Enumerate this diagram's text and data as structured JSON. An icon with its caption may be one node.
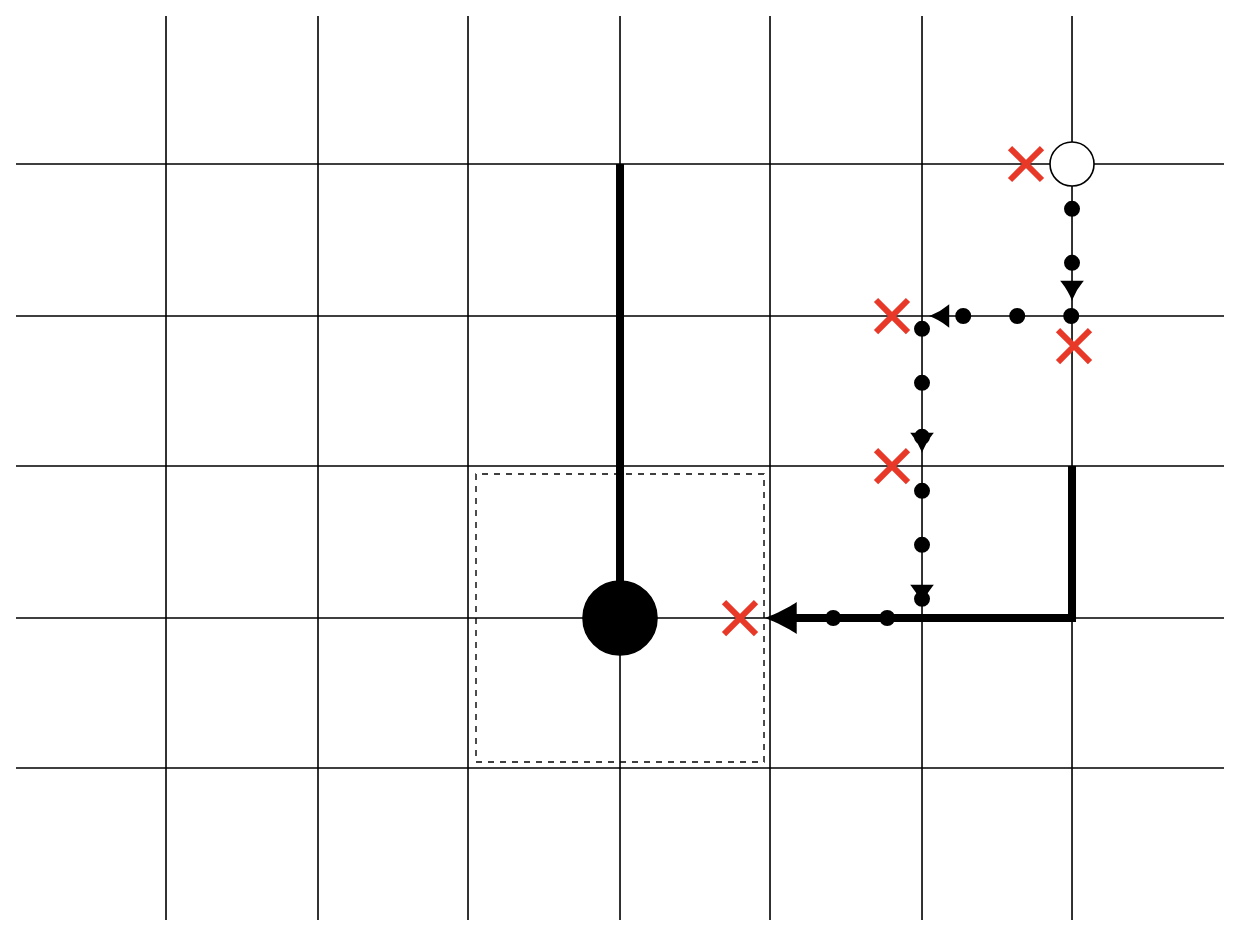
{
  "diagram": {
    "nodes": [
      {
        "text": [],
        "shape": "circle"
      },
      {
        "text": [],
        "shape": "box"
      },
      {
        "text": [],
        "shape": "circle",
        "in": 1
      }
    ],
    "edges": [
      {
        "from": 0,
        "to": 1,
        "arrow": "to",
        "style": "dashed"
      }
    ]
  }
}
